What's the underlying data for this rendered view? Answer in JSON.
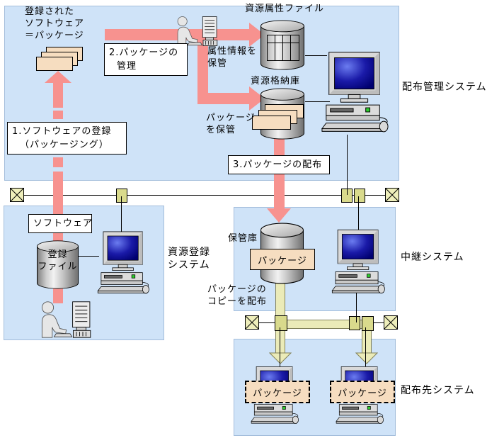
{
  "systems": {
    "dist_mgmt": {
      "label": "配布管理システム"
    },
    "resource_reg": {
      "label": [
        "資源登録",
        "システム"
      ]
    },
    "relay": {
      "label": "中継システム"
    },
    "dist_dest": {
      "label": "配布先システム"
    }
  },
  "steps": {
    "step1": [
      "1.ソフトウェアの登録",
      "（パッケージング）"
    ],
    "step2": [
      "2.パッケージの",
      "管理"
    ],
    "step3": "3.パッケージの配布"
  },
  "annotations": {
    "registered": [
      "登録された",
      "ソフトウェア",
      "＝パッケージ"
    ],
    "attr_file": "資源属性ファイル",
    "attr_store": [
      "属性情報を",
      "保管"
    ],
    "repository": "資源格納庫",
    "pkg_store": [
      "パッケージ",
      "を保管"
    ],
    "software": "ソフトウェア",
    "reg_file": [
      "登録",
      "ファイル"
    ],
    "storage": "保管庫",
    "package_relay": "パッケージ",
    "copy_dist": [
      "パッケージの",
      "コピーを配布"
    ],
    "package_dest1": "パッケージ",
    "package_dest2": "パッケージ"
  },
  "colors": {
    "system_box_fill": "#cfe3f8",
    "system_box_border": "#a3bddb",
    "flow_arrow_pink": "#f7928f",
    "copy_arrow_yellow": "#ebebb8",
    "network_node_fill": "#d9da8c",
    "package_beige": "#f6ddc0",
    "screen_blue": "#000080"
  }
}
